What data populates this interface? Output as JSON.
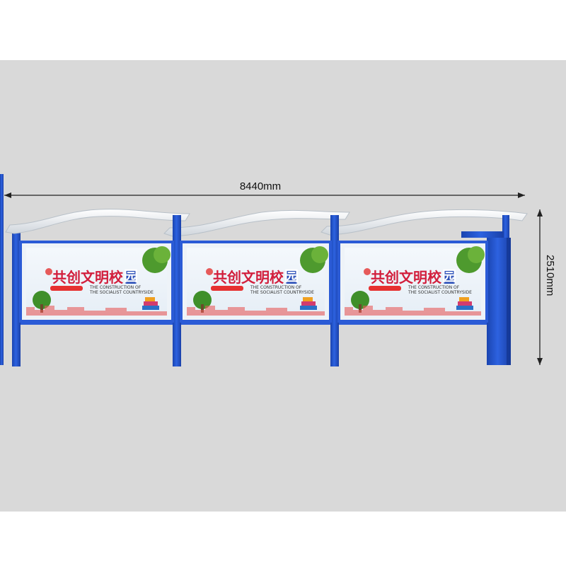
{
  "dimensions": {
    "width_label": "8440mm",
    "height_label": "2510mm"
  },
  "panels": [
    {
      "title_main": "共创文明校",
      "title_badge": "园",
      "subtitle_en_1": "THE CONSTRUCTION OF",
      "subtitle_en_2": "THE SOCIALIST COUNTRYSIDE"
    },
    {
      "title_main": "共创文明校",
      "title_badge": "园",
      "subtitle_en_1": "THE CONSTRUCTION OF",
      "subtitle_en_2": "THE SOCIALIST COUNTRYSIDE"
    },
    {
      "title_main": "共创文明校",
      "title_badge": "园",
      "subtitle_en_1": "THE CONSTRUCTION OF",
      "subtitle_en_2": "THE SOCIALIST COUNTRYSIDE"
    }
  ],
  "colors": {
    "frame_blue": "#1f4fc8",
    "background": "#d9d9d9",
    "title_red": "#d21e3c",
    "badge_blue": "#2a4fb8"
  }
}
